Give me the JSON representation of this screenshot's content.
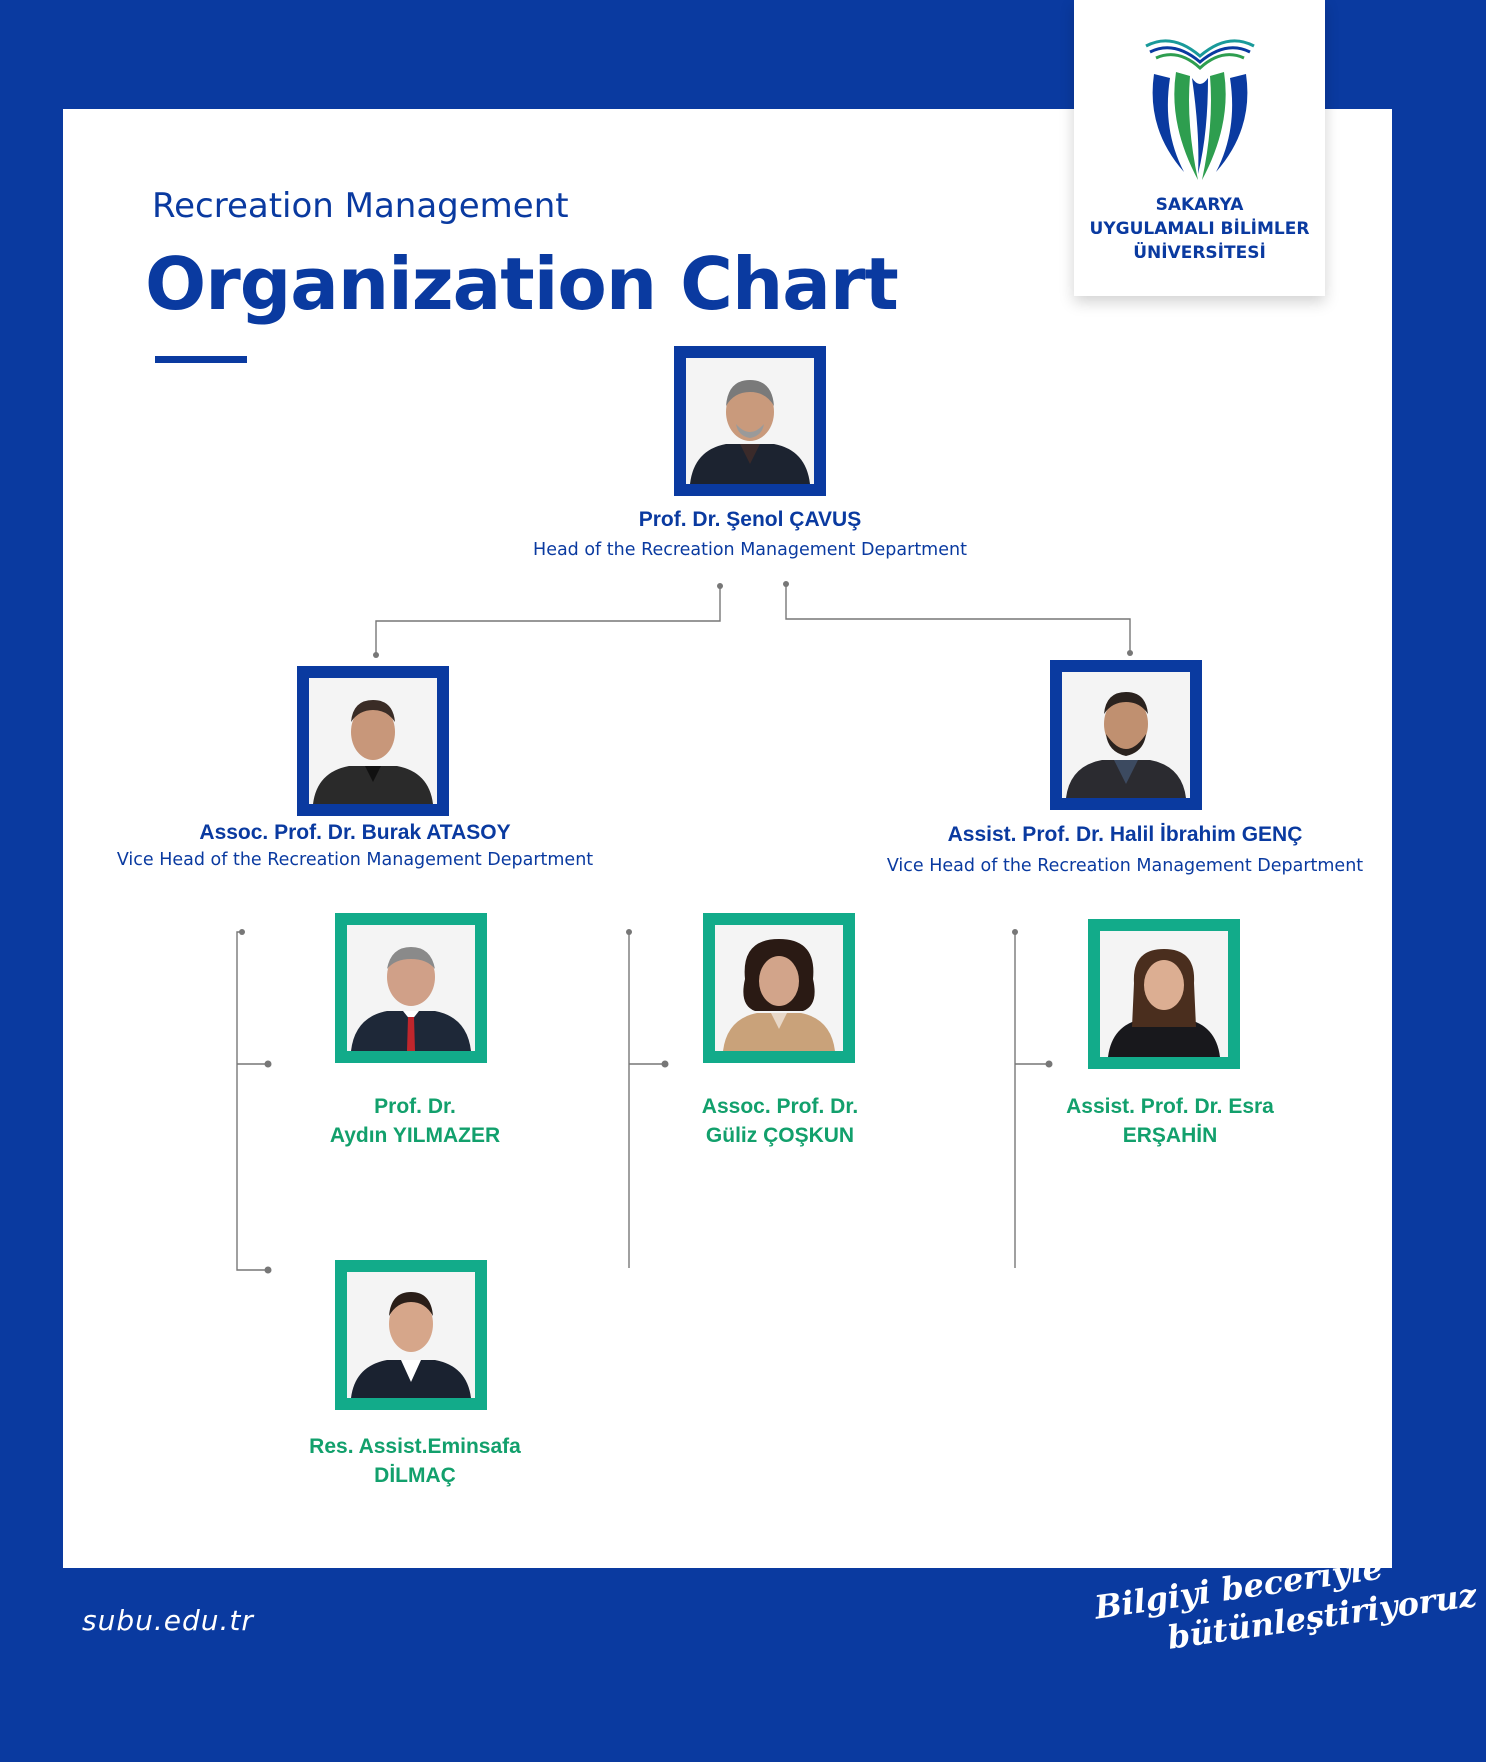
{
  "brand": {
    "university_line1": "SAKARYA",
    "university_line2": "UYGULAMALI BİLİMLER",
    "university_line3": "ÜNİVERSİTESİ",
    "colors": {
      "blue": "#0a3aa0",
      "green": "#12ab8a",
      "logo_green": "#2e9e4f"
    }
  },
  "header": {
    "subtitle": "Recreation Management",
    "title": "Organization Chart"
  },
  "head": {
    "name": "Prof. Dr. Şenol ÇAVUŞ",
    "role": "Head of the Recreation Management Department"
  },
  "vice_left": {
    "name": "Assoc. Prof. Dr. Burak ATASOY",
    "role": "Vice Head  of the Recreation  Management  Department"
  },
  "vice_right": {
    "name": "Assist. Prof. Dr. Halil İbrahim GENÇ",
    "role": "Vice Head  of the Recreation  Management  Department"
  },
  "staff": [
    {
      "line1": "Prof. Dr.",
      "line2": "Aydın YILMAZER"
    },
    {
      "line1": "Assoc. Prof. Dr.",
      "line2": "Güliz ÇOŞKUN"
    },
    {
      "line1": "Assist. Prof. Dr. Esra",
      "line2": "ERŞAHİN"
    },
    {
      "line1": "Res. Assist.Eminsafa",
      "line2": "DİLMAÇ"
    }
  ],
  "footer": {
    "url": "subu.edu.tr",
    "slogan_line1": "Bilgiyi beceriyle",
    "slogan_line2": "bütünleştiriyoruz"
  }
}
